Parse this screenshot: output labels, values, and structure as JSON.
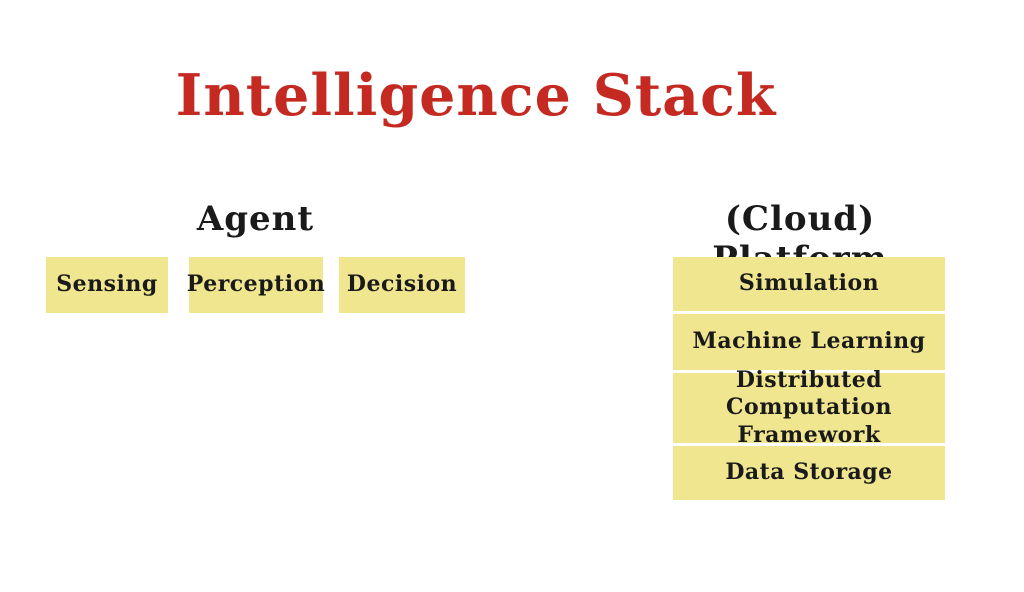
{
  "title": "Intelligence Stack",
  "colors": {
    "title_red": "#c42a21",
    "box_yellow": "#f0e68f",
    "text_dark": "#1a1a1a",
    "background": "#ffffff"
  },
  "agent_section": {
    "heading": "Agent",
    "boxes": [
      {
        "label": "Sensing"
      },
      {
        "label": "Perception"
      },
      {
        "label": "Decision"
      }
    ]
  },
  "platform_section": {
    "heading": "(Cloud) Platform",
    "boxes": [
      {
        "label": "Simulation"
      },
      {
        "label": "Machine Learning"
      },
      {
        "label": "Distributed Computation Framework"
      },
      {
        "label": "Data Storage"
      }
    ]
  }
}
